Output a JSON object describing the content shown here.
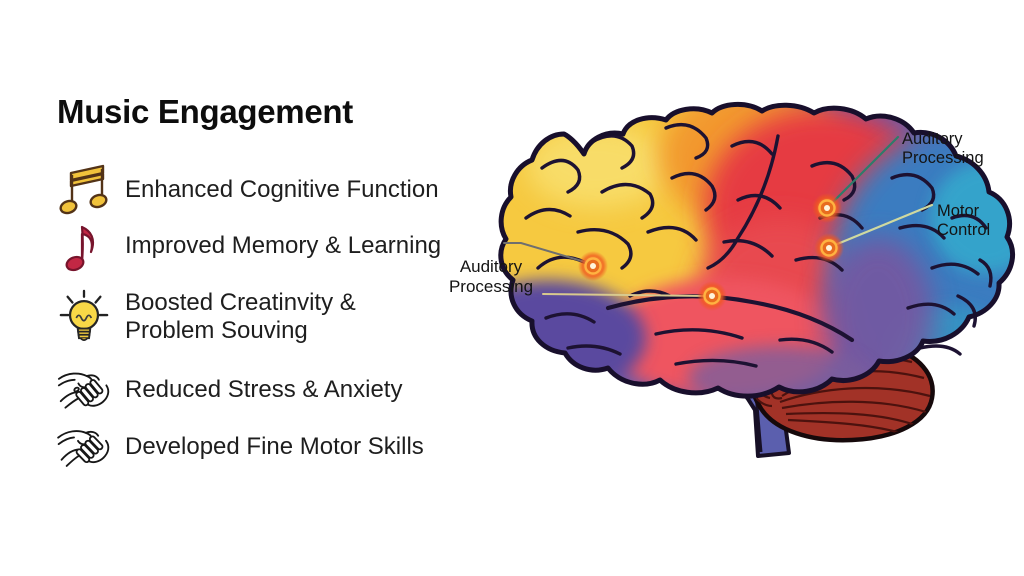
{
  "title": "Music Engagement",
  "benefits": [
    {
      "icon": "beamed-music-note",
      "label": "Enhanced Cognitive Function"
    },
    {
      "icon": "music-note",
      "label": "Improved Memory & Learning"
    },
    {
      "icon": "lightbulb",
      "label": "Boosted Creatinvity &\nProblem Souving"
    },
    {
      "icon": "handshake",
      "label": "Reduced Stress & Anxiety"
    },
    {
      "icon": "handshake",
      "label": "Developed Fine Motor Skills"
    }
  ],
  "brain_diagram": {
    "labels": [
      {
        "id": "auditory-processing-left",
        "text": "Auditory\nProcessing"
      },
      {
        "id": "auditory-processing-right",
        "text": "Auditory\nProcessing"
      },
      {
        "id": "motor-control",
        "text": "Motor\nControl"
      }
    ],
    "markers": [
      {
        "region": "frontal-auditory"
      },
      {
        "region": "temporal-auditory"
      },
      {
        "region": "parietal-auditory"
      },
      {
        "region": "motor-cortex"
      }
    ],
    "region_colors": {
      "frontal_lobe": "#f5c93e",
      "parietal_lobe": "#e63b42",
      "occipital_lobe": "#3b7cc0",
      "temporal_lobe": "#ee5560",
      "lower_left_lobe": "#5a4a9f",
      "cerebellum": "#a23227",
      "brain_stem": "#5b5fae",
      "marker_glow": "#ff8a2a"
    }
  }
}
